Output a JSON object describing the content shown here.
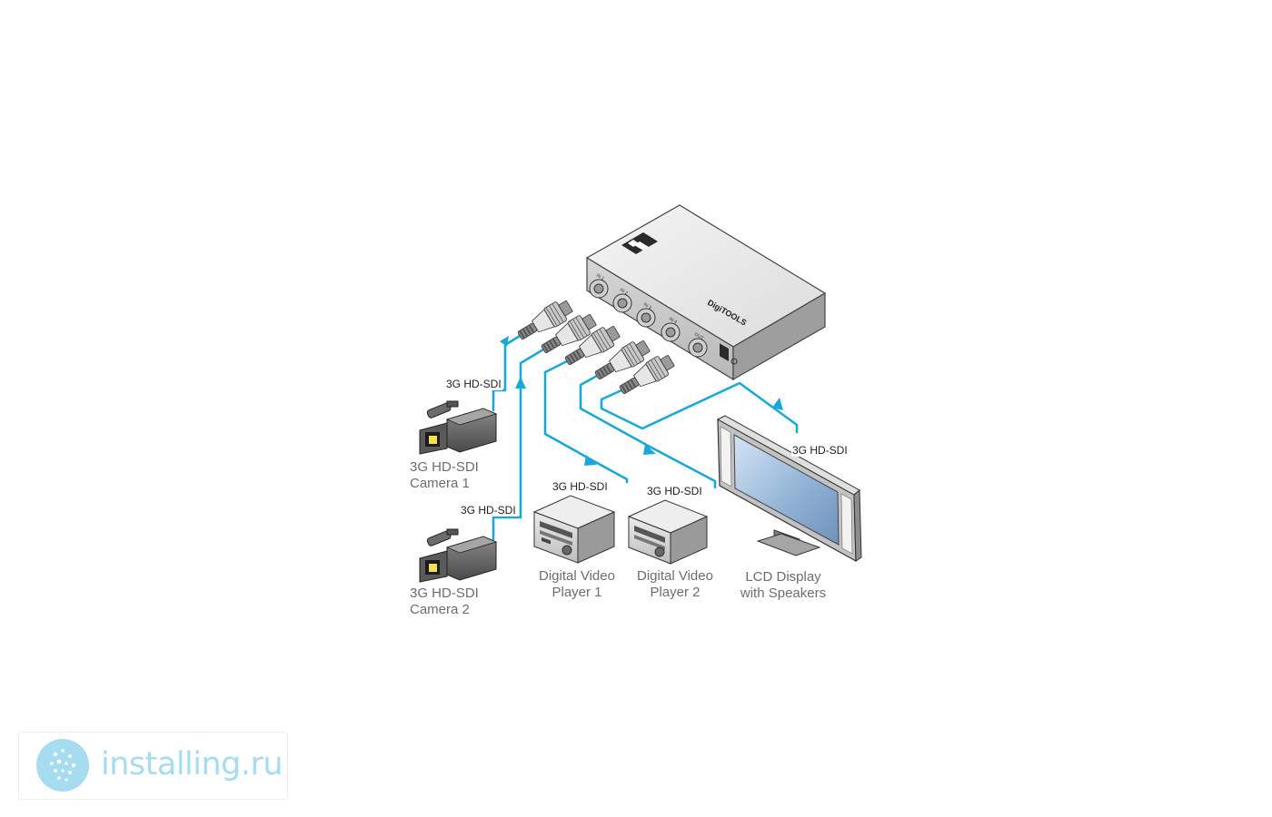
{
  "device": {
    "brand_logo_icon": "kramer-k-logo-icon",
    "brand_name": "DigiTOOLS",
    "port_labels": [
      "IN 1",
      "IN 2",
      "IN 3",
      "IN 4",
      "OUT"
    ],
    "power_icon": "power-connector-icon"
  },
  "connections": {
    "cable_color": "#1aa9d6",
    "signal_label": "3G HD-SDI"
  },
  "captions": {
    "camera1": [
      "3G HD-SDI",
      "Camera 1"
    ],
    "camera2": [
      "3G HD-SDI",
      "Camera 2"
    ],
    "player1": [
      "Digital Video",
      "Player 1"
    ],
    "player2": [
      "Digital Video",
      "Player 2"
    ],
    "display": [
      "LCD Display",
      "with Speakers"
    ]
  },
  "signal_labels": {
    "camera1": "3G HD-SDI",
    "camera2": "3G HD-SDI",
    "player1": "3G HD-SDI",
    "player2": "3G HD-SDI",
    "display": "3G HD-SDI"
  },
  "watermark": {
    "text": "installing.ru",
    "color": "#a6dcf0"
  }
}
